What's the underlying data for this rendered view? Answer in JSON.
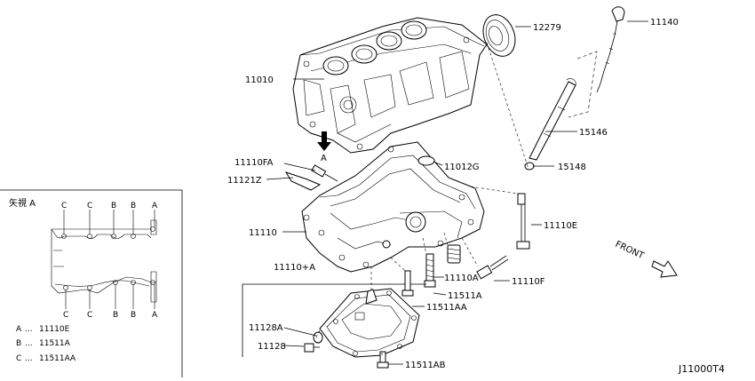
{
  "callouts": {
    "p12279": "12279",
    "p11140": "11140",
    "p11010": "11010",
    "p15146": "15146",
    "p11110FA": "11110FA",
    "p11012G": "11012G",
    "p15148": "15148",
    "p11121Z": "11121Z",
    "p11110E": "11110E",
    "p11110": "11110",
    "p11110A": "11110A",
    "p11110F": "11110F",
    "p11110plusA": "11110+A",
    "p11511A": "11511A",
    "p11511AA": "11511AA",
    "p11128A": "11128A",
    "p11128": "11128",
    "p11511AB": "11511AB"
  },
  "view_marker": "A",
  "front_label": "FRONT",
  "inset": {
    "title": "矢視 A",
    "top_letters": [
      "C",
      "C",
      "B",
      "B",
      "A"
    ],
    "bottom_letters": [
      "C",
      "C",
      "B",
      "B",
      "A"
    ],
    "legend": [
      {
        "key": "A",
        "value": "11110E"
      },
      {
        "key": "B",
        "value": "11511A"
      },
      {
        "key": "C",
        "value": "11511AA"
      }
    ],
    "legend_sep": "..."
  },
  "diagram_code": "J11000T4"
}
